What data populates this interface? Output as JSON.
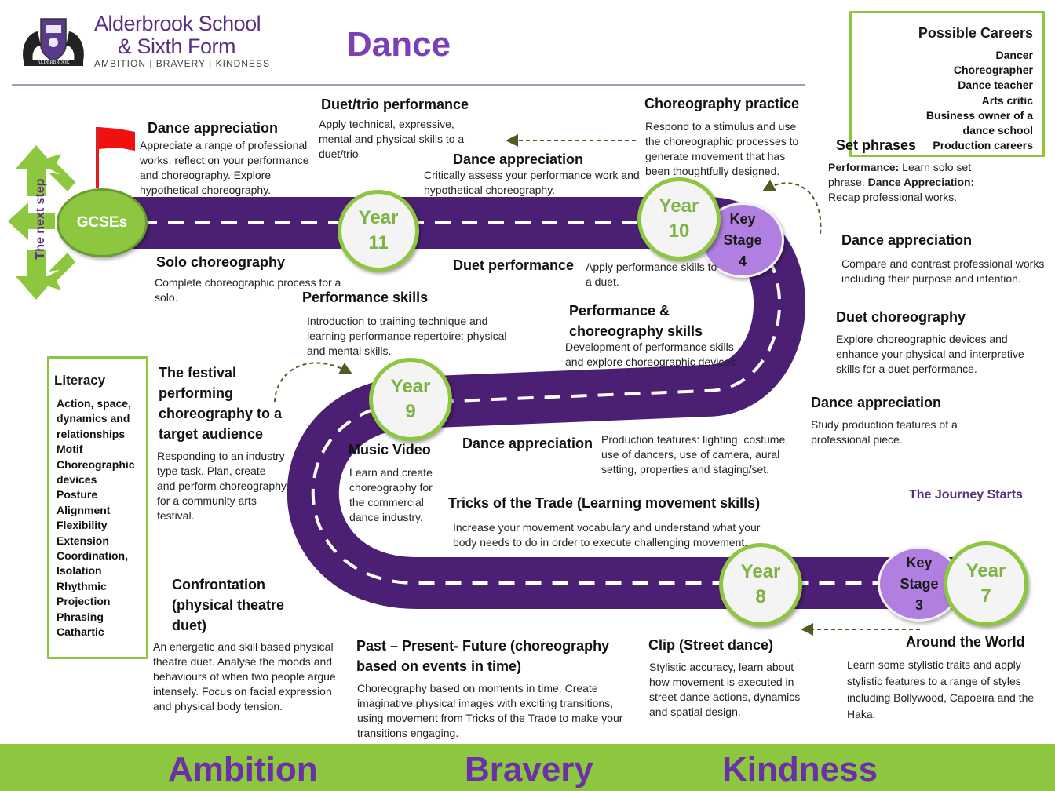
{
  "school": {
    "name_line1": "Alderbrook School",
    "name_line2": "& Sixth Form",
    "motto": "AMBITION | BRAVERY | KINDNESS",
    "crest_text": "ALDERBROOK"
  },
  "subject_title": "Dance",
  "careers": {
    "title": "Possible Careers",
    "items": [
      "Dancer",
      "Choreographer",
      "Dance teacher",
      "Arts critic",
      "Business owner of a",
      "dance school",
      "Production careers"
    ]
  },
  "literacy": {
    "title": "Literacy",
    "items": [
      "Action, space,",
      "dynamics and",
      "relationships",
      "Motif",
      "Choreographic",
      "devices",
      "Posture",
      "Alignment",
      "Flexibility",
      "Extension",
      "Coordination,",
      "Isolation",
      "Rhythmic",
      "Projection",
      "Phrasing",
      "Cathartic"
    ]
  },
  "road": {
    "gcse": "GCSEs",
    "next_step": "The next step",
    "years": {
      "y11": [
        "Year",
        "11"
      ],
      "y10": [
        "Year",
        "10"
      ],
      "y9": [
        "Year",
        "9"
      ],
      "y8": [
        "Year",
        "8"
      ],
      "y7": [
        "Year",
        "7"
      ]
    },
    "key_stages": {
      "ks4": [
        "Key",
        "Stage",
        "4"
      ],
      "ks3": [
        "Key",
        "Stage",
        "3"
      ]
    },
    "journey_start": "The Journey Starts"
  },
  "topics": {
    "dance_appreciation_y11": {
      "title": "Dance appreciation",
      "text": "Appreciate a range of professional works, reflect on your performance and choreography. Explore hypothetical choreography."
    },
    "duet_trio": {
      "title": "Duet/trio performance",
      "text": "Apply technical, expressive, mental and physical skills to a duet/trio"
    },
    "dance_appreciation_mid": {
      "title": "Dance appreciation",
      "text": "Critically assess your performance work and hypothetical choreography."
    },
    "choreography_practice": {
      "title": "Choreography practice",
      "text": "Respond to a stimulus and use the choreographic processes to generate movement that has been thoughtfully designed."
    },
    "set_phrases": {
      "title": "Set phrases",
      "label1": "Performance:",
      "text1": " Learn solo set phrase. ",
      "label2": "Dance Appreciation:",
      "text2": " Recap professional works."
    },
    "solo_choreography": {
      "title": "Solo choreography",
      "text": "Complete choreographic process for a solo."
    },
    "duet_performance": {
      "title": "Duet performance",
      "text": "Apply performance skills to a duet."
    },
    "dance_appreciation_y10": {
      "title": "Dance appreciation",
      "text": "Compare and contrast professional works including their purpose and intention."
    },
    "performance_skills": {
      "title": "Performance skills",
      "text": "Introduction  to training technique and learning performance repertoire: physical and mental skills."
    },
    "perf_choreo_skills": {
      "title1": "Performance &",
      "title2": "choreography skills",
      "text": "Development of performance skills and explore choreographic devices"
    },
    "duet_choreography": {
      "title": "Duet choreography",
      "text": "Explore choreographic devices and enhance your physical and interpretive skills for a duet performance."
    },
    "festival": {
      "title": "The festival performing choreography to a target audience",
      "text": "Responding to an industry type task. Plan, create and perform choreography for a community arts festival."
    },
    "dance_appreciation_y9_right": {
      "title": "Dance appreciation",
      "text": "Study production features of  a professional piece."
    },
    "music_video": {
      "title": "Music Video",
      "text": "Learn and create choreography for the commercial dance industry."
    },
    "dance_appreciation_y9": {
      "title": "Dance appreciation",
      "text": "Production features: lighting, costume, use of dancers, use of camera, aural setting, properties and staging/set."
    },
    "tricks": {
      "title": "Tricks of the Trade (Learning movement skills)",
      "text": "Increase your movement vocabulary and understand what your body needs to do in order to execute challenging movement."
    },
    "confrontation": {
      "title": "Confrontation (physical theatre duet)",
      "text": "An energetic and skill based physical theatre duet.  Analyse the moods and behaviours of when two people argue intensely. Focus on facial expression and physical body tension."
    },
    "past_present": {
      "title": "Past – Present- Future (choreography based on events in time)",
      "text": "Choreography based on moments in time. Create imaginative physical images with exciting transitions, using  movement from Tricks of the Trade to make your transitions engaging."
    },
    "clip": {
      "title": "Clip (Street dance)",
      "text": "Stylistic accuracy, learn about how movement is executed in street dance actions, dynamics and spatial design."
    },
    "around_world": {
      "title": "Around the World",
      "text": "Learn some stylistic traits and apply stylistic features to a range of styles including Bollywood, Capoeira and the Haka."
    }
  },
  "footer": {
    "values": [
      "Ambition",
      "Bravery",
      "Kindness"
    ]
  },
  "colors": {
    "purple": "#4b1f73",
    "green": "#8dc63f",
    "accent_purple": "#7b3fb8",
    "ks_purple": "#b07fe0"
  }
}
